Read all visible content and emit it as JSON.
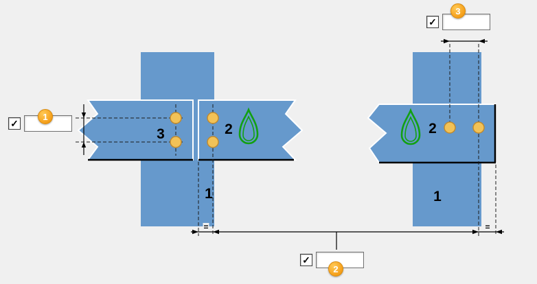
{
  "controls": [
    {
      "badge": "1",
      "checked": true,
      "value": ""
    },
    {
      "badge": "2",
      "checked": true,
      "value": ""
    },
    {
      "badge": "3",
      "checked": true,
      "value": ""
    }
  ],
  "labels": {
    "left_outer_plate": "3",
    "left_inner_plate": "2",
    "left_column": "1",
    "right_plate": "2",
    "right_column": "1"
  },
  "symbols": {
    "check": "✓",
    "equal_left": "=",
    "equal_right": "="
  },
  "colors": {
    "steel_blue": "#6699cc",
    "bolt_yellow": "#f2c257",
    "bolt_outline": "#c08a2e",
    "weld_green": "#12a012",
    "badge_orange": "#f6a21e",
    "background": "#f0f0f0"
  }
}
